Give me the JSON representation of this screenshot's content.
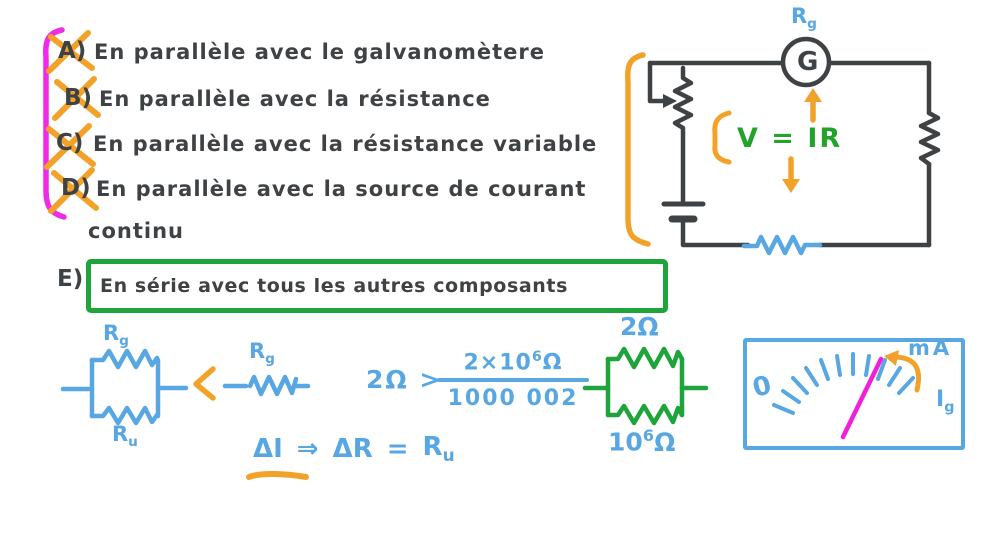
{
  "colors": {
    "ink": "#3f4245",
    "orange": "#f2a229",
    "magenta": "#f02be8",
    "green": "#1fa43c",
    "blue": "#58a7e3",
    "needle_magenta": "#f11fd9"
  },
  "options": {
    "items": [
      {
        "letter": "A)",
        "text": "En parallèle avec le galvanomètere",
        "crossed_out": true
      },
      {
        "letter": "B)",
        "text": "En parallèle avec la résistance",
        "crossed_out": true
      },
      {
        "letter": "C)",
        "text": "En parallèle avec la résistance variable",
        "crossed_out": true
      },
      {
        "letter": "D)",
        "text": "En parallèle avec la source de courant",
        "crossed_out": true
      }
    ],
    "continuation": "continu",
    "answer_letter": "E)",
    "answer_text": "En série avec tous les autres composants"
  },
  "circuit": {
    "galvanometer": "G",
    "rg": {
      "base": "R",
      "sub": "g"
    },
    "formula": "V = IR"
  },
  "working": {
    "parallel_blue": {
      "top_label": {
        "base": "R",
        "sub": "g"
      },
      "bottom_label": {
        "base": "R",
        "sub": "u"
      }
    },
    "less_than": "<",
    "single_resistor_label": {
      "base": "R",
      "sub": "g"
    },
    "inequality": {
      "lhs": "2Ω >",
      "num_base": "2×10",
      "num_exp": "6",
      "num_unit": "Ω",
      "den": "1000 002"
    },
    "delta": {
      "d_i": "ΔI",
      "implies": "⇒",
      "d_r": "ΔR",
      "equals": "=",
      "r_base": "R",
      "r_sub": "u"
    },
    "parallel_green": {
      "top_label": "2Ω",
      "bottom_base": "10",
      "bottom_exp": "6",
      "bottom_unit": "Ω"
    }
  },
  "meter": {
    "zero": "0",
    "unit": "mA",
    "ig": {
      "base": "I",
      "sub": "g"
    }
  }
}
